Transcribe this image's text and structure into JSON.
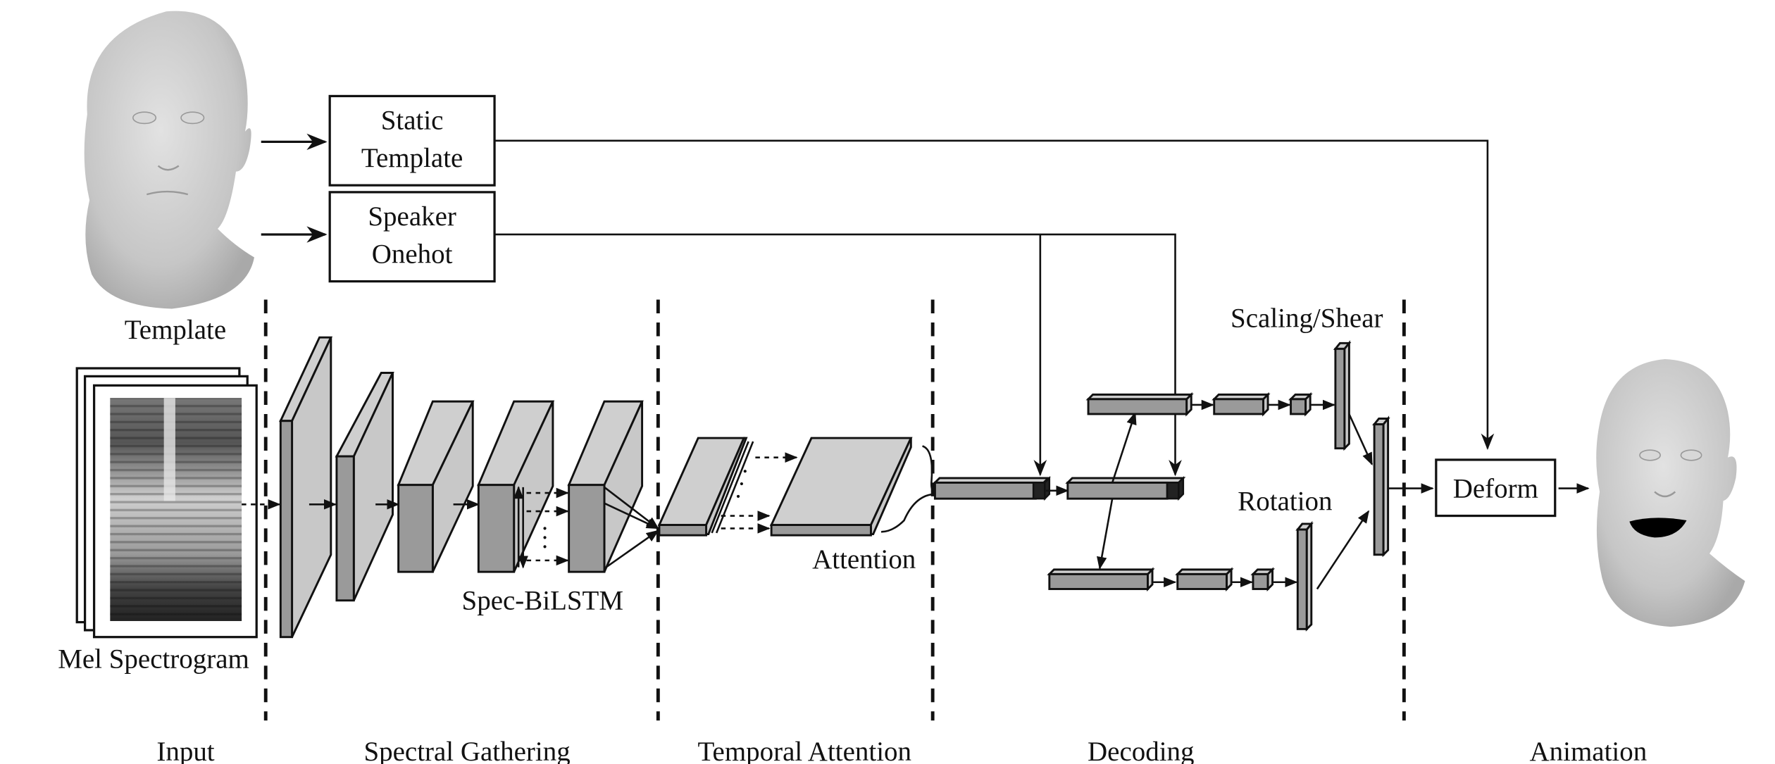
{
  "figure": {
    "stages": [
      {
        "id": "input",
        "label": "Input"
      },
      {
        "id": "spectral-gathering",
        "label": "Spectral Gathering"
      },
      {
        "id": "temporal-attention",
        "label": "Temporal Attention"
      },
      {
        "id": "decoding",
        "label": "Decoding"
      },
      {
        "id": "animation",
        "label": "Animation"
      }
    ],
    "template_label": "Template",
    "mel_label": "Mel Spectrogram",
    "static_template": [
      "Static",
      "Template"
    ],
    "speaker_onehot": [
      "Speaker",
      "Onehot"
    ],
    "spec_bilstm_label": "Spec-BiLSTM",
    "attention_label": "Attention",
    "scaling_label": "Scaling/Shear",
    "rotation_label": "Rotation",
    "deform_label": "Deform",
    "icons": {
      "template_face": "neutral-3d-face-mesh",
      "output_face": "open-mouth-3d-face-mesh"
    },
    "colors": {
      "block_front": "#9a9a9a",
      "block_top": "#cfcfcf",
      "mesh": "#c8c8c8",
      "line": "#111111"
    }
  }
}
